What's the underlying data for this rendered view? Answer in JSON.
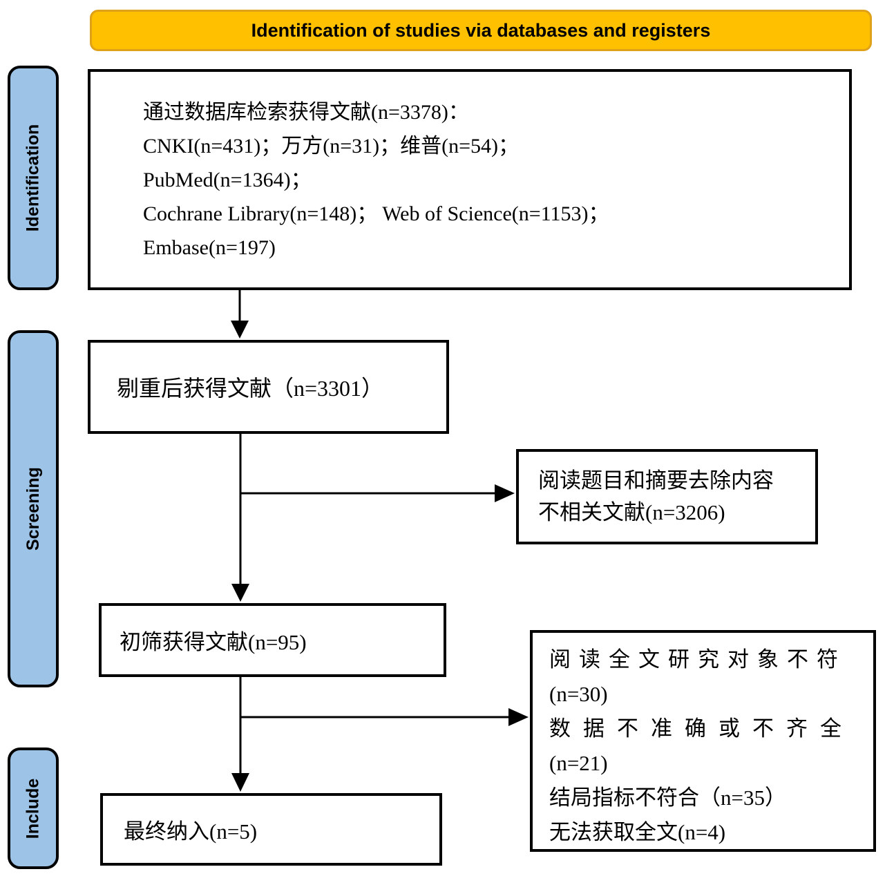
{
  "header": {
    "title": "Identification of studies via databases and registers"
  },
  "stages": {
    "identification": "Identification",
    "screening": "Screening",
    "include": "Include"
  },
  "boxes": {
    "database_search": {
      "lines": [
        "通过数据库检索获得文献(n=3378)：",
        "CNKI(n=431)；万方(n=31)；维普(n=54)；",
        "PubMed(n=1364)；",
        "Cochrane Library(n=148)； Web of Science(n=1153)；",
        "Embase(n=197)"
      ]
    },
    "after_dedup": {
      "text": "剔重后获得文献（n=3301）"
    },
    "title_abstract_excluded": {
      "lines": [
        "阅读题目和摘要去除内容",
        "不相关文献(n=3206)"
      ]
    },
    "initial_screened": {
      "text": "初筛获得文献(n=95)"
    },
    "fulltext_excluded": {
      "lines": [
        "阅读全文研究对象不符",
        "(n=30)",
        "数据不准确或不齐全",
        "(n=21)",
        "结局指标不符合（n=35）",
        "无法获取全文(n=4)"
      ]
    },
    "final_included": {
      "text": "最终纳入(n=5)"
    }
  },
  "colors": {
    "banner_bg": "#FFC000",
    "banner_border": "#DFA117",
    "stage_bg": "#9DC3E6",
    "box_border": "#000000",
    "arrow": "#000000"
  }
}
